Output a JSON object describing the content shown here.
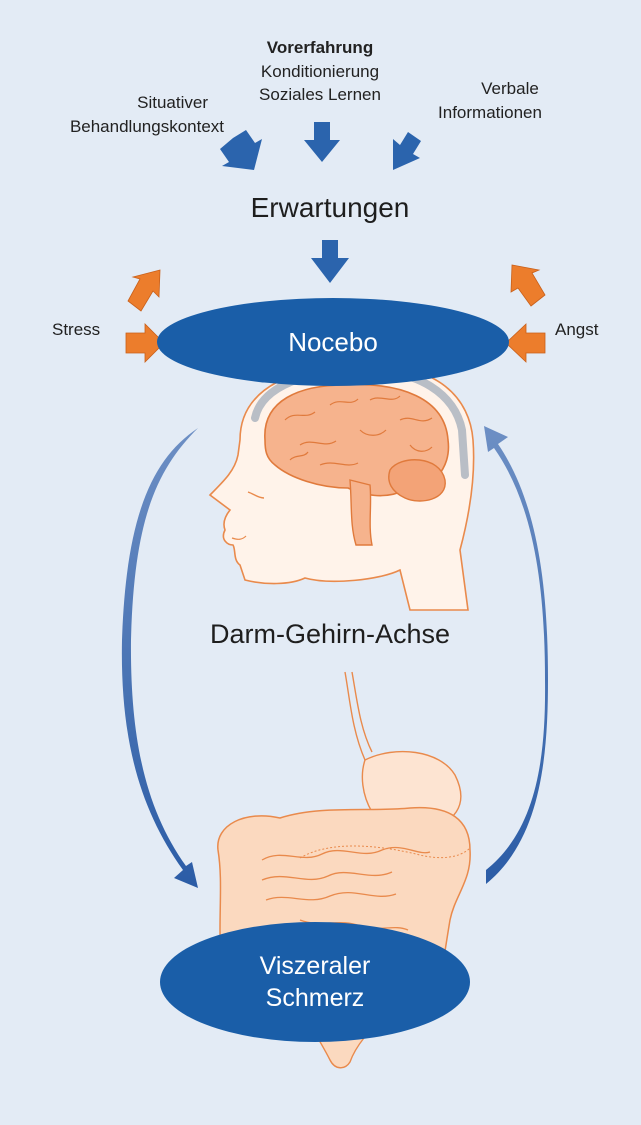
{
  "influences_top": {
    "center_title": "Vorerfahrung",
    "center_line2": "Konditionierung",
    "center_line3": "Soziales Lernen",
    "left_line1": "Situativer",
    "left_line2": "Behandlungskontext",
    "right_line1": "Verbale",
    "right_line2": "Informationen"
  },
  "expectations": "Erwartungen",
  "side_factors": {
    "left": "Stress",
    "right": "Angst"
  },
  "nocebo": "Nocebo",
  "axis_label": "Darm-Gehirn-Achse",
  "visceral_pain": {
    "line1": "Viszeraler",
    "line2": "Schmerz"
  },
  "colors": {
    "background": "#e3ebf5",
    "arrow_blue": "#2b64ad",
    "arrow_orange": "#ec7d2c",
    "ellipse_blue": "#1a5ea8",
    "anatomy_fill": "#fbd9bf",
    "anatomy_stroke": "#e98a4c"
  }
}
